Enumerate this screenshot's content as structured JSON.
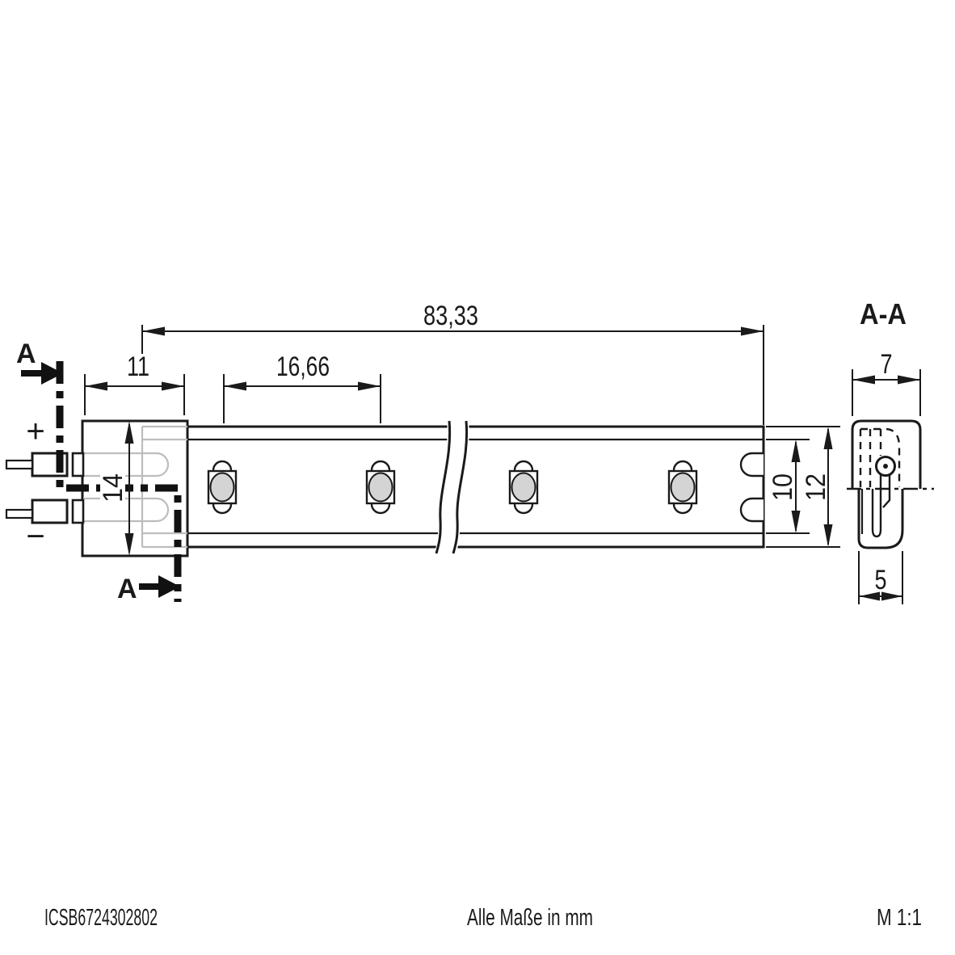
{
  "dims": {
    "total_length": "83,33",
    "connector_length": "11",
    "led_pitch": "16,66",
    "connector_height": "14",
    "inner_height": "10",
    "outer_height": "12",
    "section_width": "7",
    "section_depth": "5"
  },
  "section": {
    "title": "A-A",
    "cut_label": "A"
  },
  "polarity": {
    "positive": "+",
    "negative": "−"
  },
  "footer": {
    "article_number": "ICSB6724302802",
    "units_note": "Alle Maße in mm",
    "scale": "M 1:1"
  },
  "colors": {
    "line": "#1a1a1a",
    "hidden_gray": "#bdbdbd",
    "led_fill": "#d4d4d4",
    "background": "#ffffff"
  }
}
